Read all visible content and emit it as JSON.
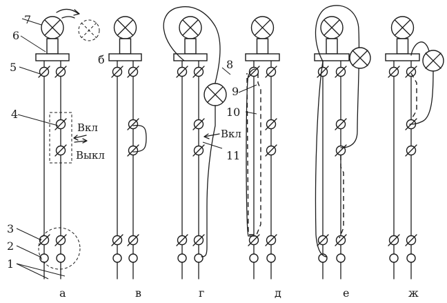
{
  "panels": [
    {
      "id": "a",
      "letter": "а"
    },
    {
      "id": "v",
      "letter": "в"
    },
    {
      "id": "g",
      "letter": "г"
    },
    {
      "id": "d",
      "letter": "д"
    },
    {
      "id": "e",
      "letter": "е"
    },
    {
      "id": "zh",
      "letter": "ж"
    }
  ],
  "numbers": {
    "n1": "1",
    "n2": "2",
    "n3": "3",
    "n4": "4",
    "n5": "5",
    "n6": "6",
    "n6b": "б",
    "n7": "7",
    "n8": "8",
    "n9": "9",
    "n10": "10",
    "n11": "11"
  },
  "labels": {
    "on_a": "Вкл",
    "off_a": "Выкл",
    "on_g": "Вкл"
  }
}
